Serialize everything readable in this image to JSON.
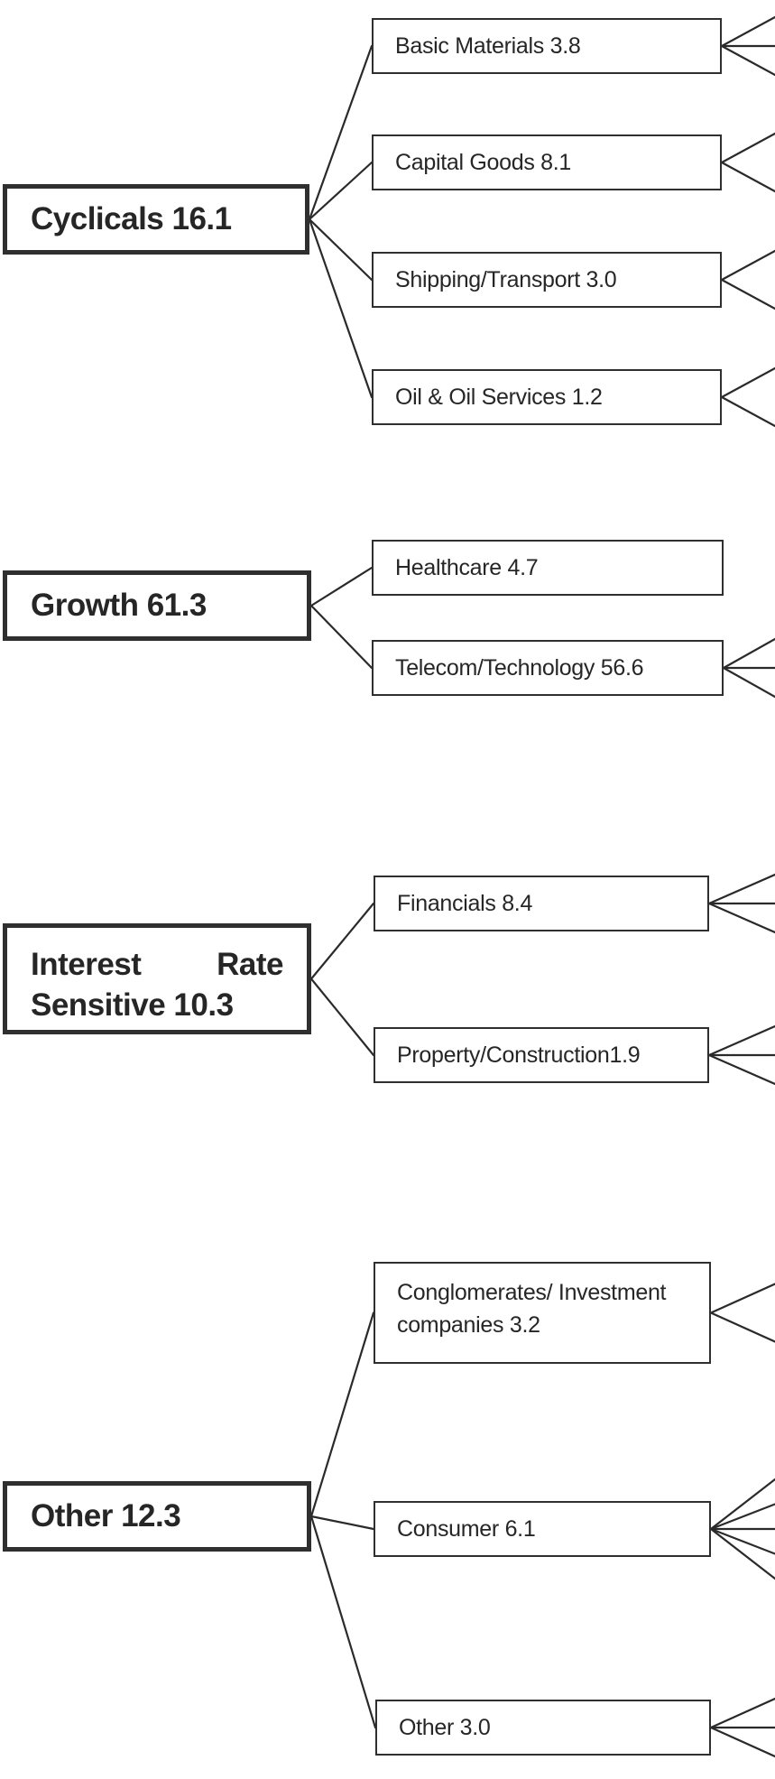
{
  "diagram": {
    "groups": [
      {
        "label": "Cyclicals 16.1",
        "children": [
          {
            "label": "Basic Materials 3.8"
          },
          {
            "label": "Capital Goods 8.1"
          },
          {
            "label": "Shipping/Transport 3.0"
          },
          {
            "label": "Oil & Oil Services 1.2"
          }
        ]
      },
      {
        "label": "Growth 61.3",
        "children": [
          {
            "label": "Healthcare 4.7"
          },
          {
            "label": "Telecom/Technology 56.6"
          }
        ]
      },
      {
        "label": "Interest Rate Sensitive 10.3",
        "children": [
          {
            "label": "Financials 8.4"
          },
          {
            "label": "Property/Construction1.9"
          }
        ]
      },
      {
        "label": "Other 12.3",
        "children": [
          {
            "label": "Conglomerates/ Investment companies 3.2"
          },
          {
            "label": "Consumer 6.1"
          },
          {
            "label": "Other 3.0"
          }
        ]
      }
    ]
  }
}
